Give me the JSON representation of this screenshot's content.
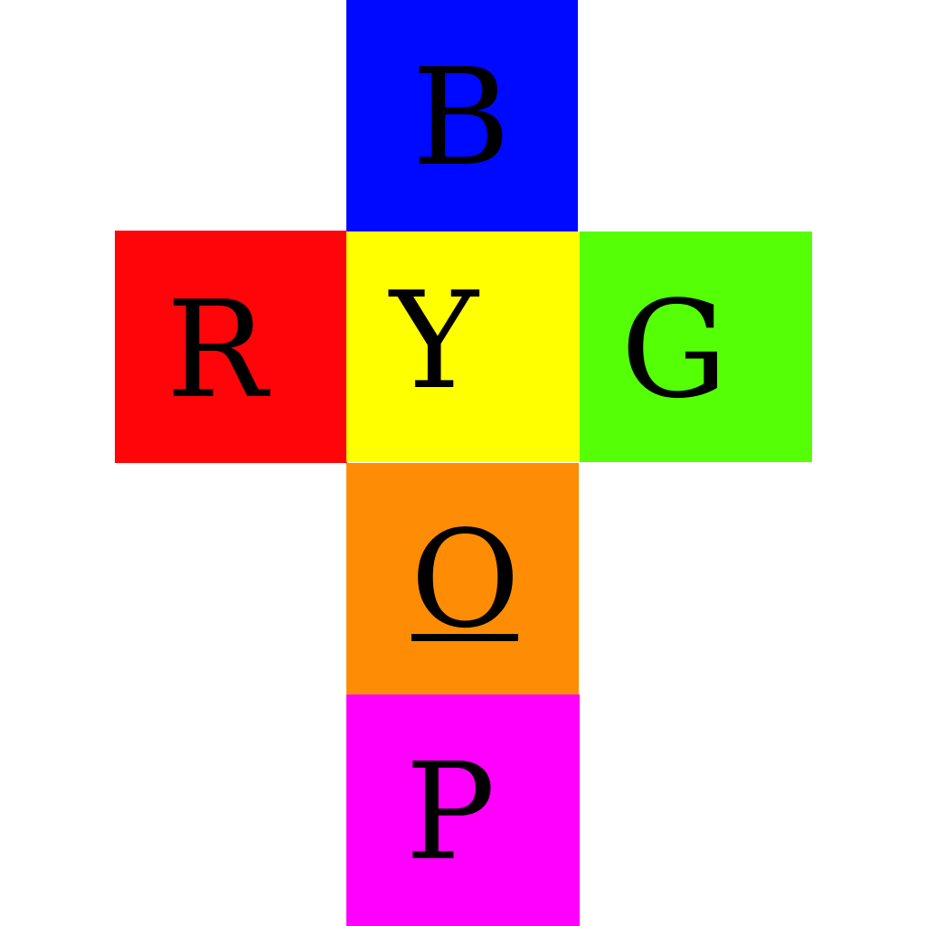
{
  "faces": {
    "top": {
      "letter": "B",
      "color": "#0009ff"
    },
    "left": {
      "letter": "R",
      "color": "#ff0509"
    },
    "center": {
      "letter": "Y",
      "color": "#ffff00"
    },
    "right": {
      "letter": "G",
      "color": "#55ff05"
    },
    "lower": {
      "letter": "O",
      "color": "#ff8c05",
      "underlined": true
    },
    "bottom": {
      "letter": "P",
      "color": "#ff00ff"
    }
  }
}
